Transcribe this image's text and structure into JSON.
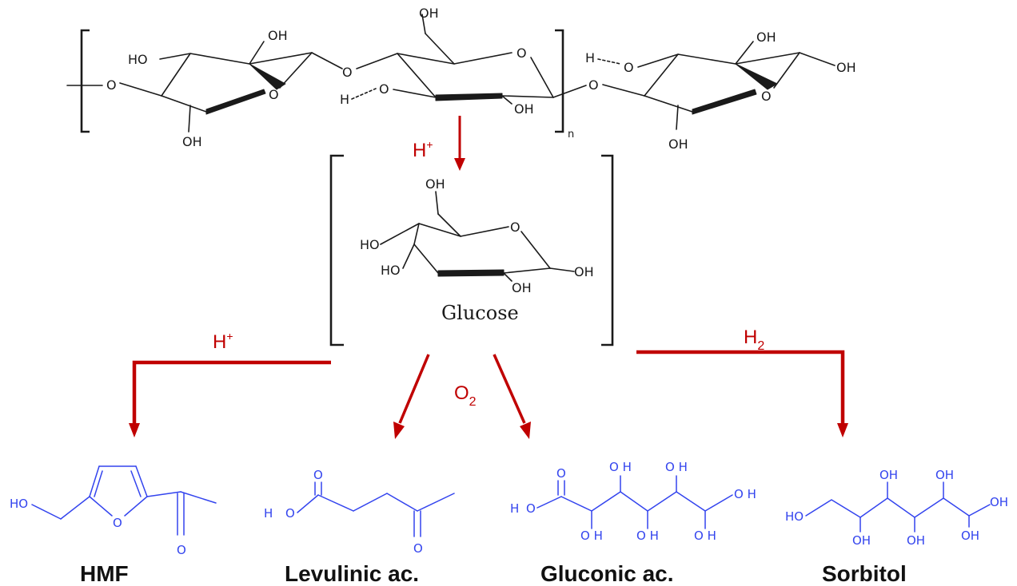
{
  "labels": {
    "oh_a": "OH",
    "ho_a": "HO",
    "o_ring_a": "O",
    "o_link_left": "O",
    "oh_a_bottom": "OH",
    "o_link_ab": "O",
    "oh_b_top": "OH",
    "o_ring_b": "O",
    "h_b": "H",
    "o_b_left": "O",
    "oh_b_bottom": "OH",
    "subscript_n": "n",
    "o_link_bc": "O",
    "h_c": "H",
    "o_c": "O",
    "oh_c_top": "OH",
    "oh_c_right": "OH",
    "o_ring_c": "O",
    "oh_c_bottom": "OH",
    "g_oh_top": "OH",
    "g_o_ring": "O",
    "g_ho1": "HO",
    "g_ho2": "HO",
    "g_oh_bottom": "OH",
    "g_oh_right": "OH"
  },
  "glucose_label": "Glucose",
  "reagents": {
    "hydrolysis": "H",
    "hydrolysis_sup": "+",
    "dehydration": "H",
    "dehydration_sup": "+",
    "oxidation": "O",
    "oxidation_sub": "2",
    "hydrogenation": "H",
    "hydrogenation_sub": "2"
  },
  "product_labels": {
    "hmf_ho": "HO",
    "hmf_o_ring": "O",
    "hmf_o_keto": "O",
    "lev_h": "H",
    "lev_o_acid": "O",
    "lev_o_top": "O",
    "lev_o_keto": "O",
    "glu_h": "H",
    "glu_o_acid": "O",
    "glu_o_top": "O",
    "glu_oh1": "O H",
    "glu_oh2": "O H",
    "glu_oh3": "O H",
    "glu_oh4": "O H",
    "glu_oh5": "O H",
    "glu_oh6": "O H",
    "sor_ho": "HO",
    "sor_oh1": "OH",
    "sor_oh2": "OH",
    "sor_oh3": "OH",
    "sor_oh4": "OH",
    "sor_oh5": "OH",
    "sor_oh6": "OH"
  },
  "products": [
    {
      "name": "HMF"
    },
    {
      "name": "Levulinic ac."
    },
    {
      "name": "Gluconic ac."
    },
    {
      "name": "Sorbitol"
    }
  ],
  "colors": {
    "arrow": "#c00000",
    "product_structure": "#3344ee",
    "cellulose_structure": "#1a1a1a"
  }
}
